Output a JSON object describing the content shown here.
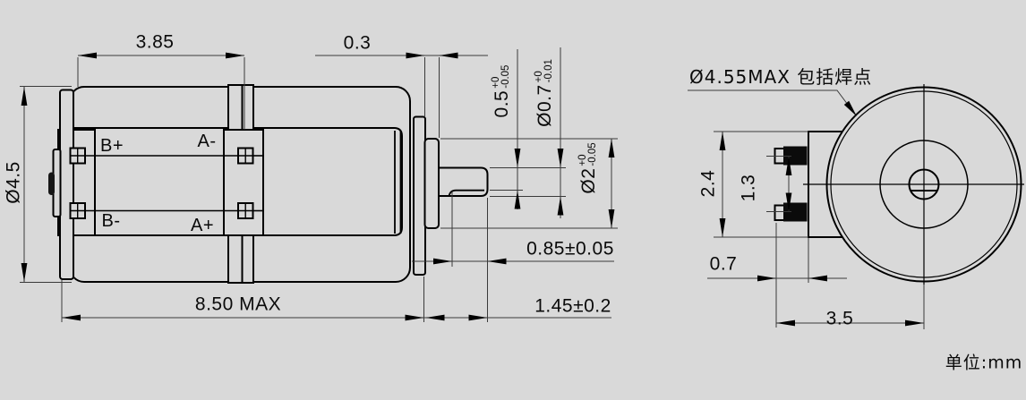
{
  "unit_note": "单位:mm",
  "side_view": {
    "labels": {
      "b_plus": "B+",
      "a_minus": "A-",
      "b_minus": "B-",
      "a_plus": "A+"
    },
    "dims": {
      "gear_section_length": "3.85",
      "bearing_boss_width": "0.3",
      "body_diameter": "Ø4.5",
      "overall_length": "8.50 MAX",
      "shaft_flat_length": "0.85±0.05",
      "shaft_length": "1.45±0.2",
      "flat_height": {
        "base": "0.5",
        "plus": "+0",
        "minus": "-0.05"
      },
      "shaft_diameter": {
        "base": "Ø0.7",
        "plus": "+0",
        "minus": "-0.01"
      },
      "boss_diameter": {
        "base": "Ø2",
        "plus": "+0",
        "minus": "-0.05"
      }
    }
  },
  "end_view": {
    "callout": "Ø4.55MAX 包括焊点",
    "dims": {
      "housing_height": "2.4",
      "pin_pitch": "1.3",
      "pin_length": "0.7",
      "pin_to_center": "3.5"
    }
  },
  "colors": {
    "background": "#d9d9d9",
    "object_line": "#000000",
    "dimension_line": "#3a3a3a"
  }
}
